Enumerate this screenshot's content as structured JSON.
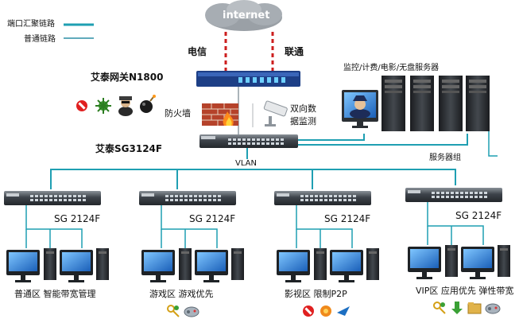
{
  "legend": {
    "aggregation_label": "端口汇聚链路",
    "normal_label": "普通链路",
    "aggregation_color": "#1f9fb2",
    "normal_color": "#2c8fa6"
  },
  "internet": {
    "label": "internet",
    "isp_left": "电信",
    "isp_right": "联通"
  },
  "gateway": {
    "label": "艾泰网关N1800"
  },
  "security": {
    "firewall_label": "防火墙",
    "monitor_label_line1": "双向数",
    "monitor_label_line2": "据监测",
    "threat_icons": [
      "no-entry-icon",
      "virus-icon",
      "hacker-icon",
      "bomb-icon"
    ]
  },
  "core_switch": {
    "label": "艾泰SG3124F",
    "vlan_label": "VLAN"
  },
  "servers": {
    "title": "监控/计费/电影/无盘服务器",
    "group_label": "服务器组"
  },
  "access_switches": [
    {
      "label": "SG 2124F",
      "zone": "普通区  智能带宽管理",
      "icons": []
    },
    {
      "label": "SG 2124F",
      "zone": "游戏区  游戏优先",
      "icons": [
        "key-icon",
        "gamepad-icon"
      ]
    },
    {
      "label": "SG 2124F",
      "zone": "影视区  限制P2P",
      "icons": [
        "no-entry-icon",
        "p2p-icon",
        "bird-icon"
      ]
    },
    {
      "label": "SG 2124F",
      "zone": "VIP区  应用优先 弹性带宽",
      "icons": [
        "key-icon",
        "download-icon",
        "folder-icon",
        "gamepad-icon"
      ]
    }
  ]
}
